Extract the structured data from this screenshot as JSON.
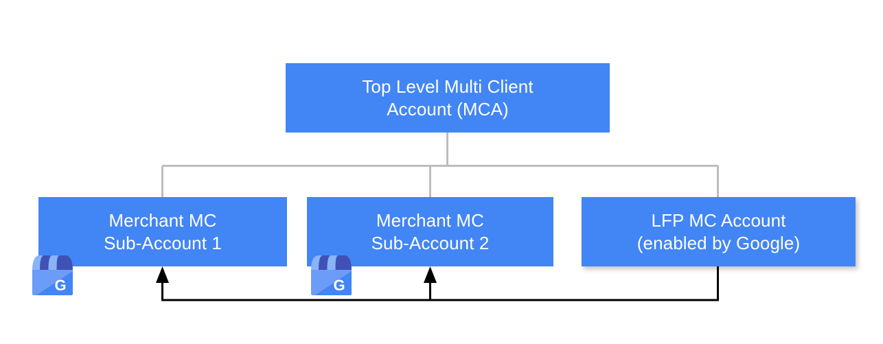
{
  "diagram": {
    "title_hidden": "",
    "colors": {
      "node_fill": "#4285f4",
      "node_text": "#ffffff",
      "tree_connector": "#bdbdbd",
      "arrow_connector": "#000000",
      "background": "#ffffff",
      "gmb_awning_light": "#8ab4f8",
      "gmb_awning_dark": "#3f51b5",
      "gmb_body": "#4285f4",
      "gmb_shade": "#5c93f7",
      "gmb_letter": "#ffffff"
    },
    "nodes": [
      {
        "id": "mca",
        "label": "Top Level Multi Client\nAccount (MCA)",
        "line1": "Top Level Multi Client",
        "line2": "Account (MCA)"
      },
      {
        "id": "sub1",
        "label": "Merchant MC\nSub-Account 1",
        "line1": "Merchant MC",
        "line2": "Sub-Account 1"
      },
      {
        "id": "sub2",
        "label": "Merchant MC\nSub-Account 2",
        "line1": "Merchant MC",
        "line2": "Sub-Account 2"
      },
      {
        "id": "lfp",
        "label": "LFP MC Account\n(enabled by Google)",
        "line1": "LFP MC Account",
        "line2": "(enabled by Google)"
      }
    ],
    "icons": [
      {
        "id": "gmb-1",
        "name": "google-my-business-icon",
        "letter": "G"
      },
      {
        "id": "gmb-2",
        "name": "google-my-business-icon",
        "letter": "G"
      }
    ],
    "connectors": {
      "tree": [
        {
          "from": "mca",
          "to": "sub1"
        },
        {
          "from": "mca",
          "to": "sub2"
        },
        {
          "from": "mca",
          "to": "lfp"
        }
      ],
      "arrows": [
        {
          "from": "lfp",
          "to": "sub1",
          "direction": "up"
        },
        {
          "from": "lfp",
          "to": "sub2",
          "direction": "up"
        }
      ]
    }
  }
}
